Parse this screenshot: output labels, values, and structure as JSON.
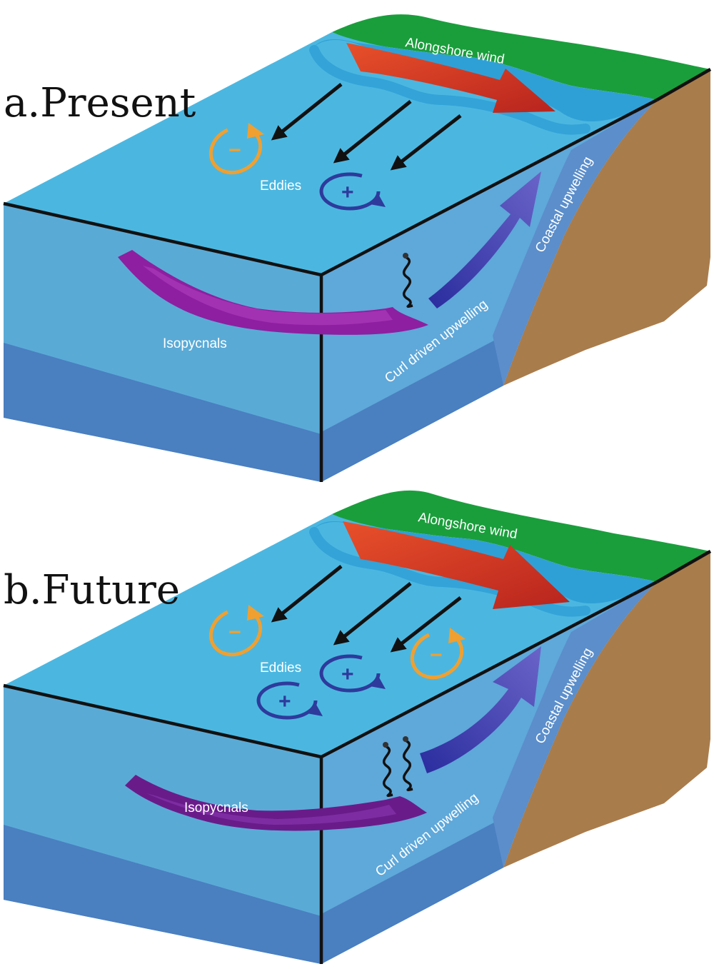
{
  "panels": [
    {
      "title": "a.Present",
      "labels": {
        "wind": "Alongshore wind",
        "eddies": "Eddies",
        "coastal": "Coastal upwelling",
        "curl": "Curl driven upwelling",
        "isopycnals": "Isopycnals"
      },
      "eddies": [
        {
          "sign": "−",
          "kind": "anticyclonic"
        },
        {
          "sign": "+",
          "kind": "cyclonic"
        }
      ]
    },
    {
      "title": "b.Future",
      "labels": {
        "wind": "Alongshore wind",
        "eddies": "Eddies",
        "coastal": "Coastal upwelling",
        "curl": "Curl driven upwelling",
        "isopycnals": "Isopycnals"
      },
      "eddies": [
        {
          "sign": "−",
          "kind": "anticyclonic"
        },
        {
          "sign": "+",
          "kind": "cyclonic"
        },
        {
          "sign": "−",
          "kind": "anticyclonic"
        },
        {
          "sign": "+",
          "kind": "cyclonic"
        }
      ]
    }
  ],
  "colors": {
    "ocean_surface": "#4BB7E0",
    "front_face": "#5AAAD6",
    "side_face": "#5FA8DA",
    "deep_layer": "#4A7FC0",
    "shelf_slope": "#5B8ECB",
    "land": "#1A9E3C",
    "cliff": "#A97C4B",
    "wind_arrow": "#E8502A",
    "eddy_negative": "#F0A030",
    "eddy_positive": "#2E3A9C",
    "upwelling_arrow": "#3A3AAE",
    "isopycnal_present": "#8E1FA0",
    "isopycnal_future": "#6A1B8A"
  }
}
